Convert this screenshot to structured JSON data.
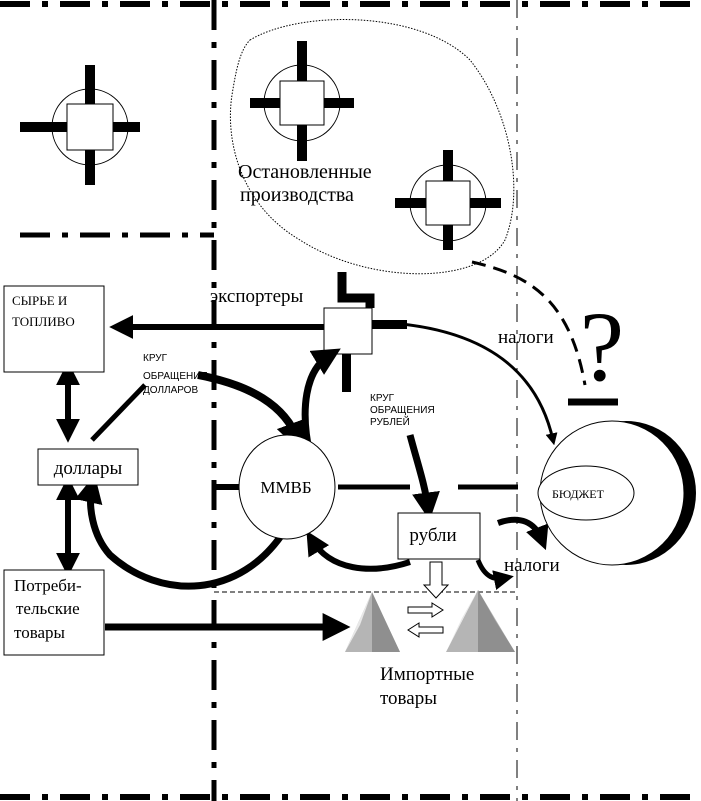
{
  "labels": {
    "stopped_production_line1": "Остановленные",
    "stopped_production_line2": "производства",
    "exporters": "экспортеры",
    "raw_materials_line1": "СЫРЬЕ И",
    "raw_materials_line2": "ТОПЛИВО",
    "dollar_circle_line1": "КРУГ",
    "dollar_circle_line2": "ОБРАЩЕНИЯ",
    "dollar_circle_line3": "ДОЛЛАРОВ",
    "ruble_circle_line1": "КРУГ",
    "ruble_circle_line2": "ОБРАЩЕНИЯ",
    "ruble_circle_line3": "РУБЛЕЙ",
    "taxes_upper": "налоги",
    "taxes_lower": "налоги",
    "dollars": "доллары",
    "mmvb": "ММВБ",
    "budget": "БЮДЖЕТ",
    "rubles": "рубли",
    "consumer_goods_line1": "Потреби-",
    "consumer_goods_line2": "тельские",
    "consumer_goods_line3": "товары",
    "imported_goods_line1": "Импортные",
    "imported_goods_line2": "товары",
    "question_mark": "?"
  }
}
